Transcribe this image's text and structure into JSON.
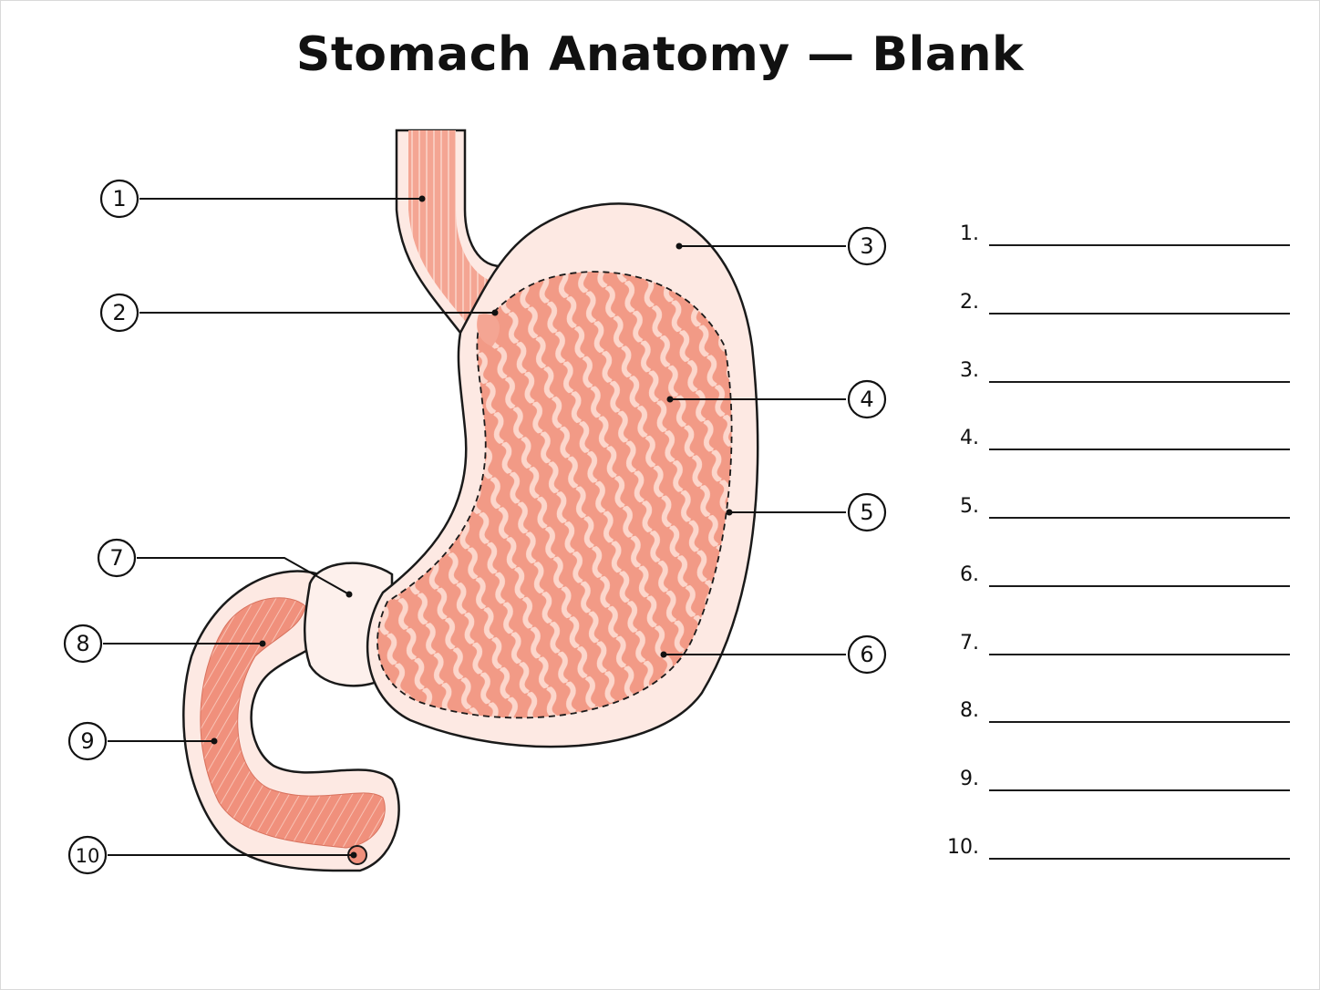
{
  "title": "Stomach Anatomy — Blank",
  "callouts": [
    "1",
    "2",
    "3",
    "4",
    "5",
    "6",
    "7",
    "8",
    "9",
    "10"
  ],
  "answers": [
    "1.",
    "2.",
    "3.",
    "4.",
    "5.",
    "6.",
    "7.",
    "8.",
    "9.",
    "10."
  ],
  "colors": {
    "mucosa": "#f29a86",
    "mucosa_light": "#fbd3c8",
    "wall": "#fde9e3",
    "outline": "#1a1a1a"
  }
}
